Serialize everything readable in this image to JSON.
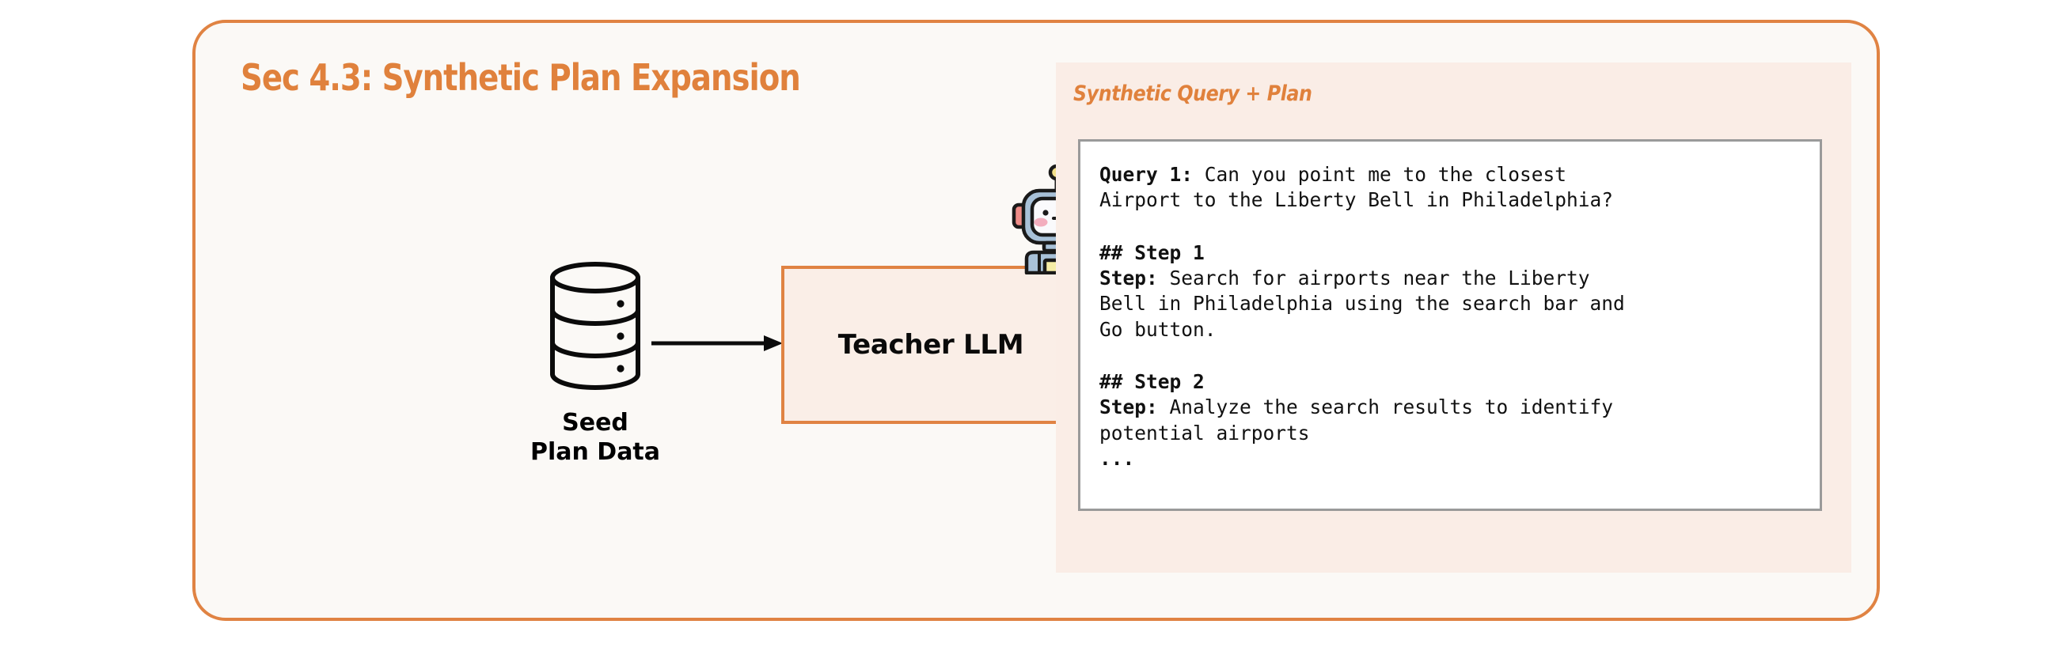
{
  "figure": {
    "section_title": "Sec 4.3: Synthetic Plan Expansion",
    "accent_color": "#E0813C",
    "panel_bg": "#FBF9F6",
    "output_panel_bg": "#FAEDE6",
    "box_fill": "#FAEEE7"
  },
  "seed_node": {
    "icon": "database-cylinder-icon",
    "label": "Seed\nPlan Data"
  },
  "teacher_node": {
    "label": "Teacher LLM",
    "icon": "robot-icon"
  },
  "arrows": [
    {
      "name": "arrow-seed-to-teacher",
      "direction": "right"
    },
    {
      "name": "arrow-teacher-to-output",
      "direction": "right"
    }
  ],
  "output_panel": {
    "title": "Synthetic Query + Plan",
    "blocks": [
      {
        "name": "query-block",
        "label": "Query 1:",
        "text": " Can you point me to the closest\nAirport to the Liberty Bell in Philadelphia?"
      },
      {
        "name": "step-1-block",
        "heading": "## Step 1",
        "label": "Step:",
        "text": " Search for airports near the Liberty\nBell in Philadelphia using the search bar and\nGo button."
      },
      {
        "name": "step-2-block",
        "heading": "## Step 2",
        "label": "Step:",
        "text": " Analyze the search results to identify\npotential airports"
      },
      {
        "name": "ellipsis-block",
        "text": "..."
      }
    ]
  }
}
